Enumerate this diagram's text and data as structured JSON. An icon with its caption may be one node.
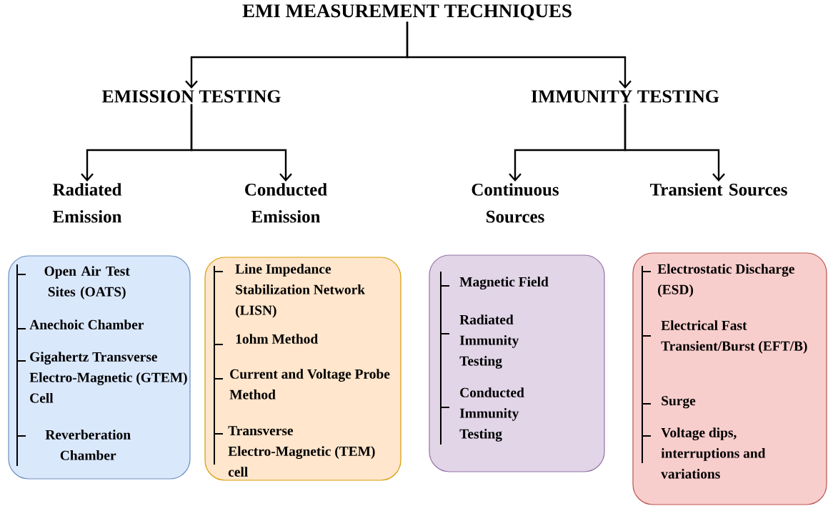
{
  "diagram": {
    "nodes": [
      {
        "text": [
          "EMI MEASUREMENT TECHNIQUES"
        ]
      },
      {
        "text": [
          "EMISSION TESTING"
        ]
      },
      {
        "text": [
          "IMMUNITY TESTING"
        ]
      },
      {
        "text": [
          "Radiated Emission"
        ]
      },
      {
        "text": [
          "Conducted Emission"
        ]
      },
      {
        "text": [
          "Continuous Sources"
        ]
      },
      {
        "text": [
          "Transient Sources"
        ]
      },
      {
        "text": [],
        "shape": "box"
      },
      {
        "text": [
          "Open Air Test Sites (OATS)"
        ],
        "in": 7
      },
      {
        "text": [
          "Anechoic Chamber"
        ],
        "in": 7
      },
      {
        "text": [
          "Gigahertz Transverse Electro-Magnetic (GTEM) Cell"
        ],
        "in": 7
      },
      {
        "text": [
          "Reverberation Chamber"
        ],
        "in": 7
      },
      {
        "text": [],
        "shape": "box"
      },
      {
        "text": [
          "Line Impedance Stabilization Network (LISN)"
        ],
        "in": 12
      },
      {
        "text": [
          "1ohm Method"
        ],
        "in": 12
      },
      {
        "text": [
          "Current and Voltage Probe Method"
        ],
        "in": 12
      },
      {
        "text": [
          "Transverse Electro-Magnetic (TEM) cell"
        ],
        "in": 12
      },
      {
        "text": [],
        "shape": "box"
      },
      {
        "text": [
          "Magnetic Field"
        ],
        "in": 17
      },
      {
        "text": [
          "Radiated Immunity Testing"
        ],
        "in": 17
      },
      {
        "text": [
          "Conducted Immunity Testing"
        ],
        "in": 17
      },
      {
        "text": [],
        "shape": "box"
      },
      {
        "text": [
          "Electrostatic Discharge (ESD)"
        ],
        "in": 21
      },
      {
        "text": [
          "Electrical Fast Transient/Burst (EFT/B)"
        ],
        "in": 21
      },
      {
        "text": [
          "Surge"
        ],
        "in": 21
      },
      {
        "text": [
          "Voltage dips, interruptions and variations"
        ],
        "in": 21
      }
    ],
    "edges": [
      {
        "from": 0,
        "to": 1,
        "arrow": "to"
      },
      {
        "from": 0,
        "to": 2,
        "arrow": "to"
      },
      {
        "from": 1,
        "to": 3,
        "arrow": "to"
      },
      {
        "from": 1,
        "to": 4,
        "arrow": "to"
      },
      {
        "from": 2,
        "to": 5,
        "arrow": "to"
      },
      {
        "from": 2,
        "to": 6,
        "arrow": "to"
      }
    ]
  }
}
